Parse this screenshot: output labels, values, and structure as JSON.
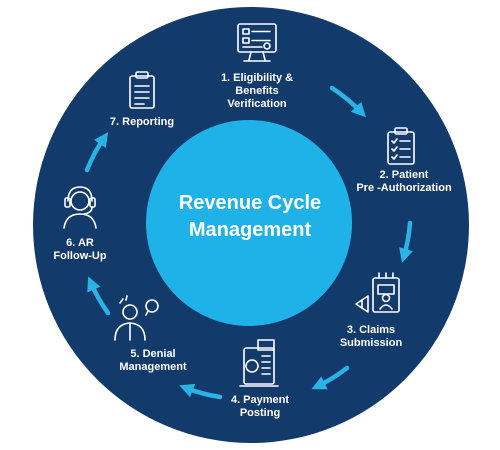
{
  "diagram": {
    "center": {
      "line1": "Revenue Cycle",
      "line2": "Management"
    },
    "steps": [
      {
        "lines": [
          "1. Eligibility &",
          "Benefits",
          "Verification"
        ],
        "icon": "monitor-checklist-icon"
      },
      {
        "lines": [
          "2. Patient",
          "Pre -Authorization"
        ],
        "icon": "clipboard-checklist-icon"
      },
      {
        "lines": [
          "3. Claims",
          "Submission"
        ],
        "icon": "id-card-submission-icon"
      },
      {
        "lines": [
          "4. Payment",
          "Posting"
        ],
        "icon": "cash-register-icon"
      },
      {
        "lines": [
          "5. Denial",
          "Management"
        ],
        "icon": "person-speech-icon"
      },
      {
        "lines": [
          "6. AR",
          "Follow-Up"
        ],
        "icon": "headset-agent-icon"
      },
      {
        "lines": [
          "7. Reporting"
        ],
        "icon": "clipboard-report-icon"
      }
    ],
    "colors": {
      "outer_ring": "#123a6b",
      "center_circle": "#1fb2e8",
      "arrows": "#2ab4e6",
      "text": "#ffffff"
    }
  }
}
